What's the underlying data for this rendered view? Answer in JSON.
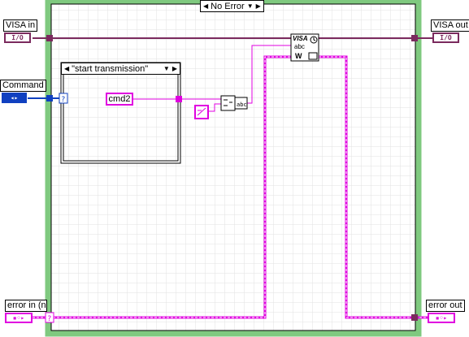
{
  "controls": {
    "visa_in": {
      "label": "VISA in",
      "terminal": "I/O"
    },
    "command": {
      "label": "Command"
    },
    "error_in": {
      "label": "error in (no"
    }
  },
  "indicators": {
    "visa_out": {
      "label": "VISA out",
      "terminal": "I/O"
    },
    "error_out": {
      "label": "error out"
    }
  },
  "case_structures": {
    "outer": {
      "selector": "No Error"
    },
    "inner": {
      "selector": "\"start transmission\""
    }
  },
  "constants": {
    "cmd": "cmd2"
  },
  "nodes": {
    "visa_write": {
      "title": "VISA",
      "subtitle": "abc",
      "mark": "W"
    }
  },
  "colors": {
    "string_wire": "#e000e0",
    "visa_wire": "#7b2a5e",
    "enum_wire": "#1040c0",
    "frame_green": "#7fc97f"
  }
}
